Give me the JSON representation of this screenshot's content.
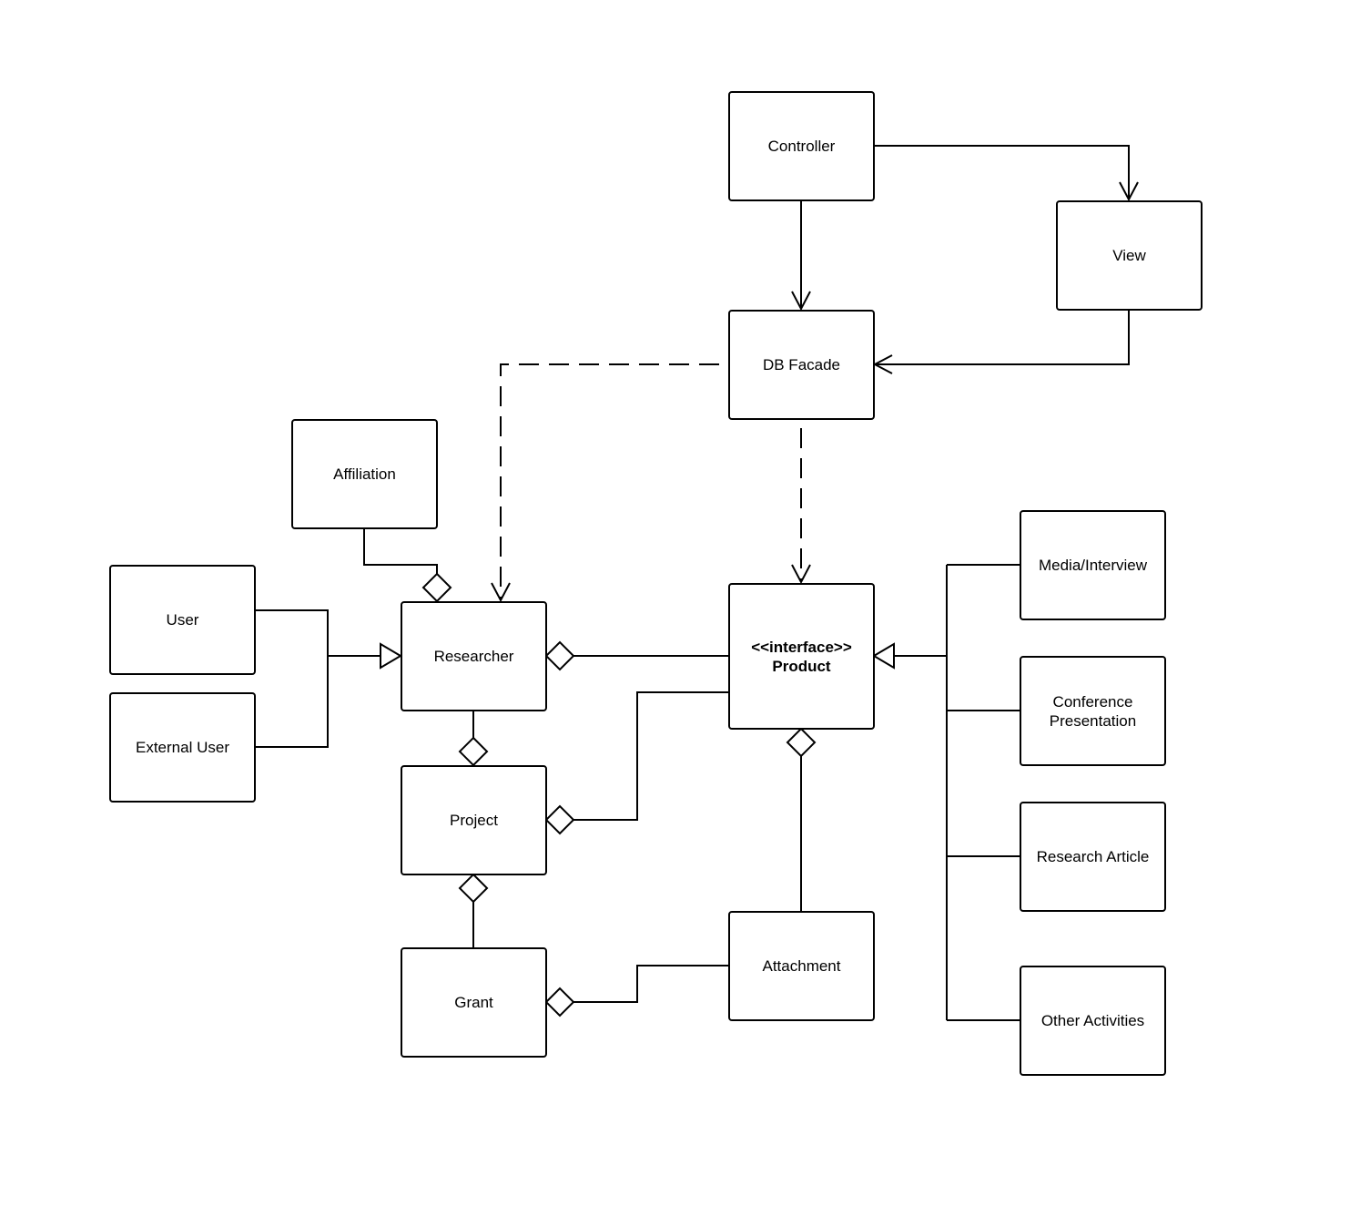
{
  "boxes": {
    "controller": {
      "lines": [
        "Controller"
      ]
    },
    "view": {
      "lines": [
        "View"
      ]
    },
    "db_facade": {
      "lines": [
        "DB Facade"
      ]
    },
    "affiliation": {
      "lines": [
        "Affiliation"
      ]
    },
    "user": {
      "lines": [
        "User"
      ]
    },
    "external_user": {
      "lines": [
        "External User"
      ]
    },
    "researcher": {
      "lines": [
        "Researcher"
      ]
    },
    "product": {
      "lines": [
        "<<interface>>",
        "Product"
      ]
    },
    "project": {
      "lines": [
        "Project"
      ]
    },
    "grant": {
      "lines": [
        "Grant"
      ]
    },
    "attachment": {
      "lines": [
        "Attachment"
      ]
    },
    "media_interview": {
      "lines": [
        "Media/Interview"
      ]
    },
    "conference_presentation": {
      "lines": [
        "Conference",
        "Presentation"
      ]
    },
    "research_article": {
      "lines": [
        "Research Article"
      ]
    },
    "other_activities": {
      "lines": [
        "Other Activities"
      ]
    }
  },
  "colors": {
    "stroke": "#000000",
    "fill": "#ffffff"
  }
}
